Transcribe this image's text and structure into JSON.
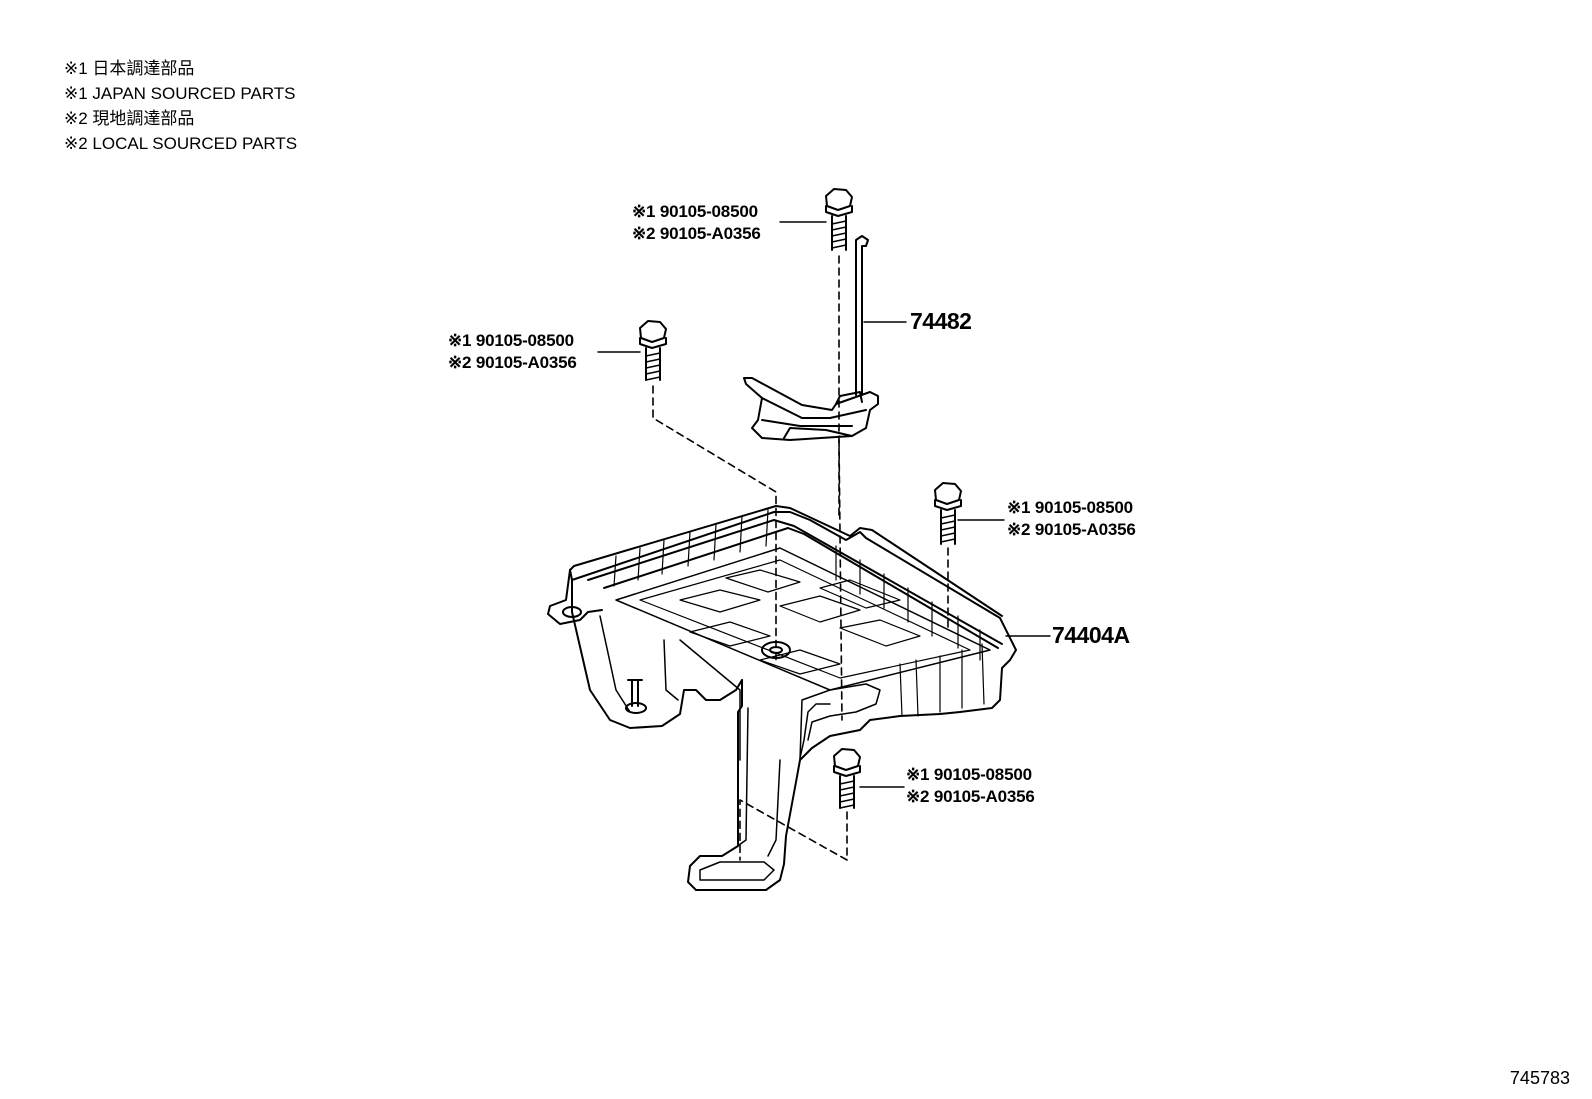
{
  "legend": {
    "line1": "※1 日本調達部品",
    "line2": "※1 JAPAN SOURCED PARTS",
    "line3": "※2 現地調達部品",
    "line4": "※2 LOCAL SOURCED PARTS"
  },
  "bolts": [
    {
      "jp": "※1 90105-08500",
      "local": "※2 90105-A0356"
    },
    {
      "jp": "※1 90105-08500",
      "local": "※2 90105-A0356"
    },
    {
      "jp": "※1 90105-08500",
      "local": "※2 90105-A0356"
    },
    {
      "jp": "※1 90105-08500",
      "local": "※2 90105-A0356"
    }
  ],
  "parts": {
    "clamp_rod": "74482",
    "tray": "74404A"
  },
  "diagram_id": "745783"
}
